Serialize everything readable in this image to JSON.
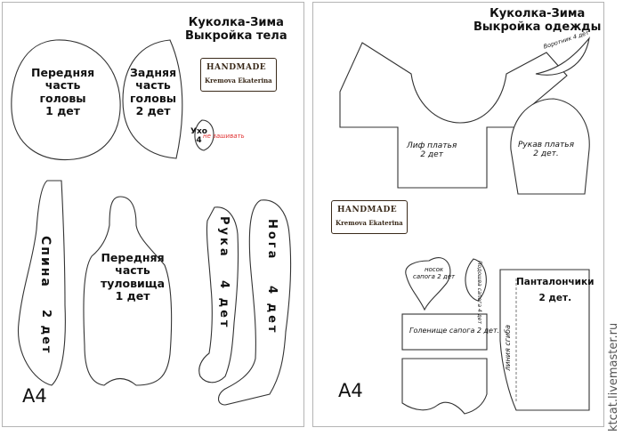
{
  "left_sheet": {
    "title_line1": "Куколка-Зима",
    "title_line2": "Выкройка тела",
    "format": "А4",
    "stamp_line1": "HANDMADE",
    "stamp_line2": "Kremova Ekaterina",
    "pieces": {
      "front_head": [
        "Передняя",
        "часть",
        "головы",
        "1 дет"
      ],
      "back_head": [
        "Задняя",
        "часть",
        "головы",
        "2 дет"
      ],
      "ear_label": "Ухо",
      "ear_count": "4",
      "back_label": "Спина",
      "back_count": "2 дет",
      "front_torso": [
        "Передняя",
        "часть",
        "туловища",
        "1 дет"
      ],
      "arm_label": "Рука",
      "arm_count": "4 дет",
      "leg_label": "Нога",
      "leg_count": "4 дет"
    },
    "no_sew": "не зашивать"
  },
  "right_sheet": {
    "title_line1": "Куколка-Зима",
    "title_line2": "Выкройка одежды",
    "format": "А4",
    "stamp_line1": "HANDMADE",
    "stamp_line2": "Kremova Ekaterina",
    "pieces": {
      "bodice": [
        "Лиф платья",
        "2 дет"
      ],
      "sleeve": [
        "Рукав платья",
        "2 дет."
      ],
      "collar": "Воротник 4 дет",
      "toe": [
        "носок",
        "сапога 2 дет"
      ],
      "sole": "Подошва сапога 4 дет",
      "boot_shaft": "Голенище сапога 2 дет.",
      "pants": [
        "Панталончики",
        "2 дет."
      ],
      "fold_line": "линия сгиба"
    }
  },
  "watermark": "ktcat.livemaster.ru"
}
